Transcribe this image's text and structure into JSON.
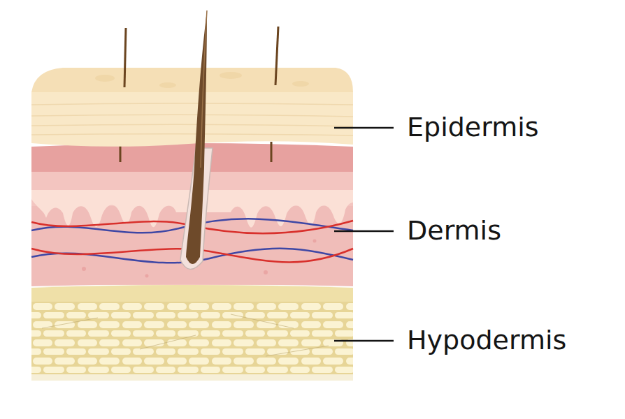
{
  "diagram": {
    "labels": [
      "Epidermis",
      "Dermis",
      "Hypodermis"
    ]
  }
}
